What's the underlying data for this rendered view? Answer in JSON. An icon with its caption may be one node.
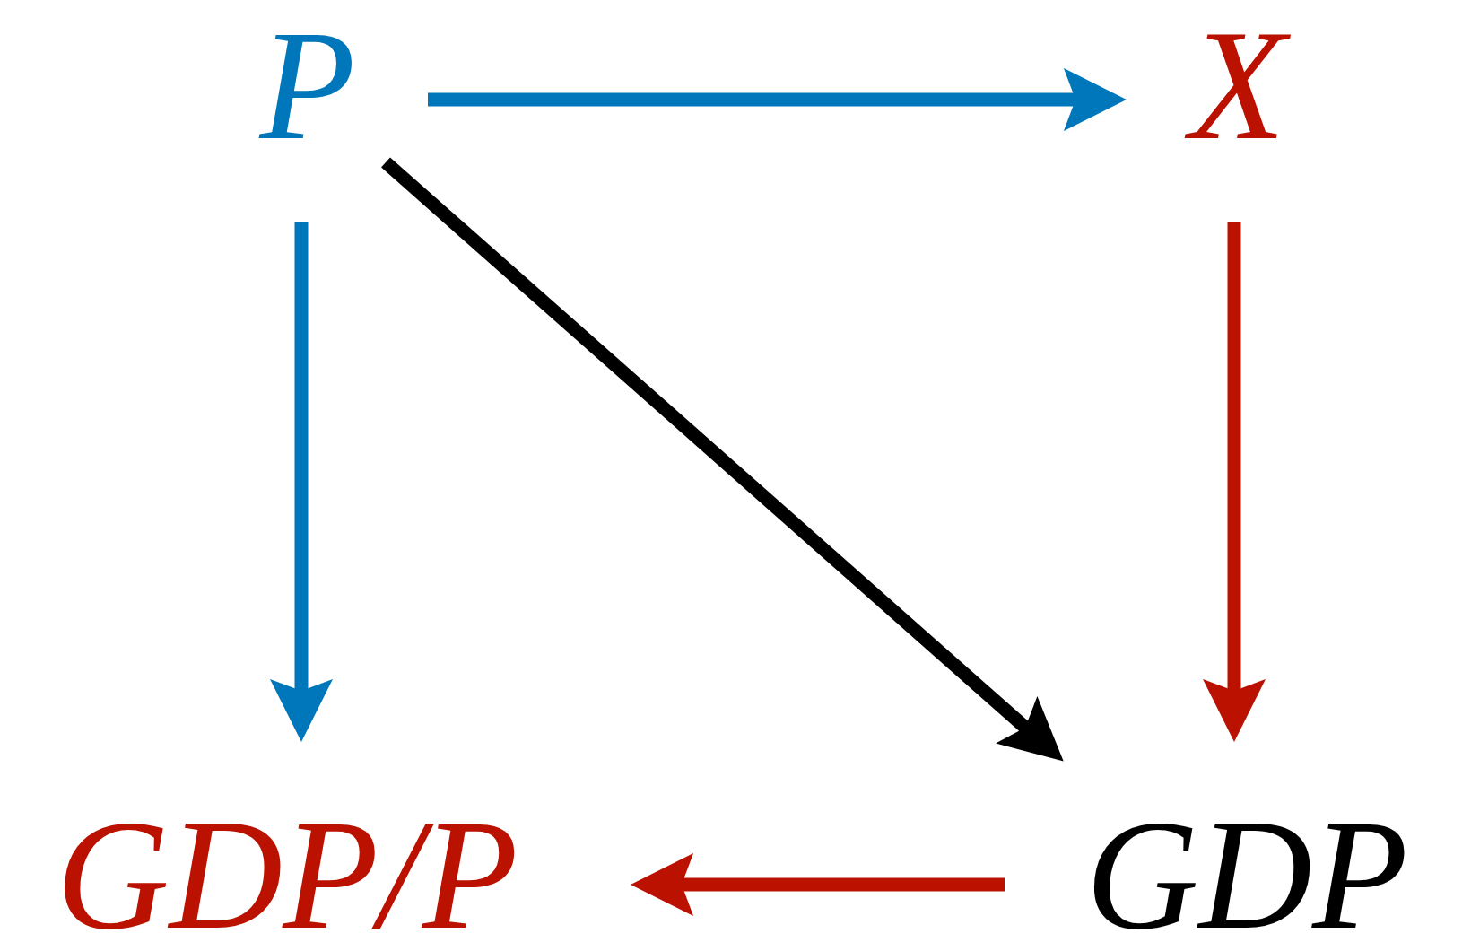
{
  "diagram": {
    "nodes": [
      {
        "text": [
          "P"
        ]
      },
      {
        "text": [
          "X"
        ]
      },
      {
        "text": [
          "GDP/P"
        ]
      },
      {
        "text": [
          "GDP"
        ]
      }
    ],
    "edges": [
      {
        "from": 0,
        "to": 1,
        "arrow": "to",
        "color": "#0077bb"
      },
      {
        "from": 0,
        "to": 2,
        "arrow": "to",
        "color": "#0077bb"
      },
      {
        "from": 1,
        "to": 3,
        "arrow": "to",
        "color": "#bb1100"
      },
      {
        "from": 0,
        "to": 3,
        "arrow": "to",
        "color": "#000000"
      },
      {
        "from": 3,
        "to": 2,
        "arrow": "to",
        "color": "#bb1100"
      }
    ]
  }
}
